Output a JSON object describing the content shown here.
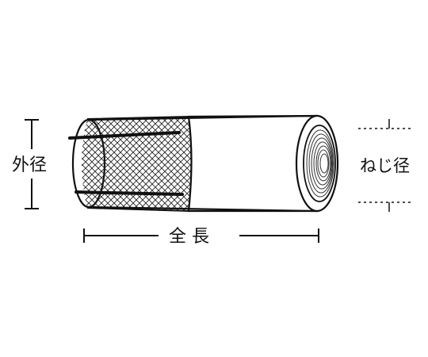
{
  "diagram": {
    "labels": {
      "outer_diameter": "外径",
      "thread_diameter": "ねじ径",
      "total_length": "全 長"
    }
  },
  "colors": {
    "stroke": "#111111",
    "background": "#ffffff",
    "knurl_fill": "#ffffff"
  }
}
